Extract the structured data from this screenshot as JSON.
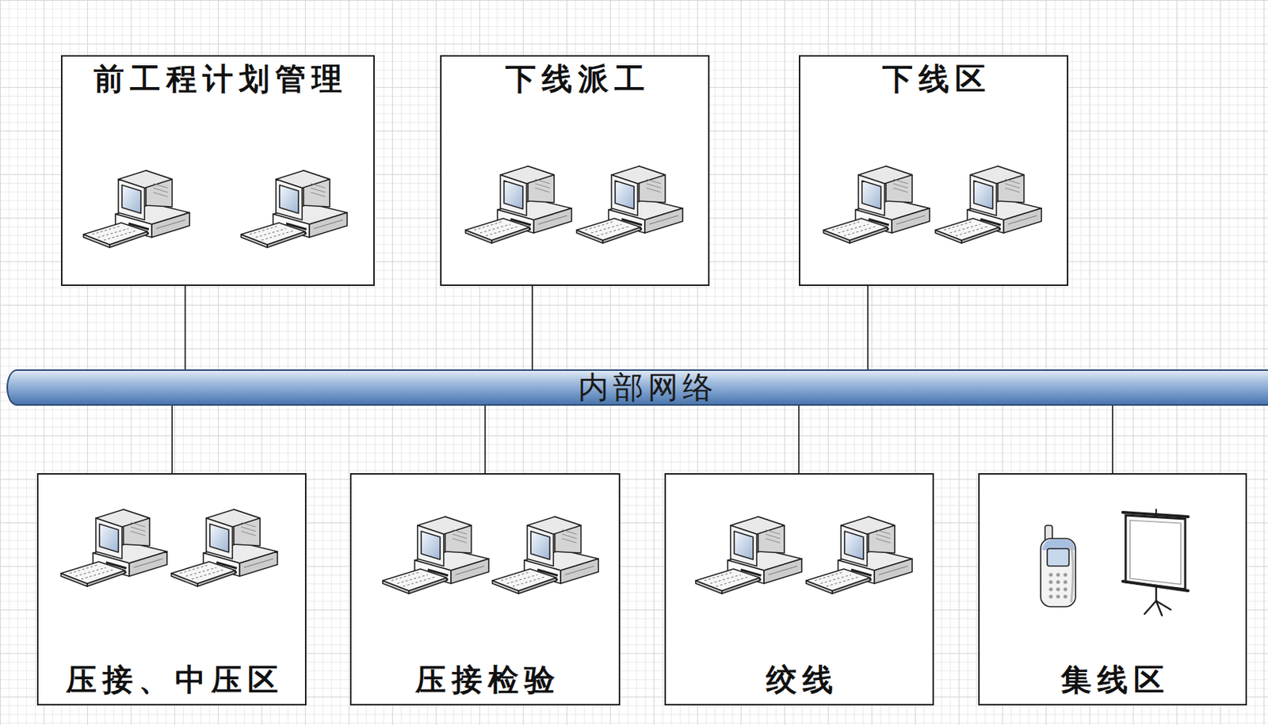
{
  "diagram": {
    "nodes": [
      {
        "text": [
          "前工程计划管理"
        ]
      },
      {
        "text": [
          "下线派工"
        ]
      },
      {
        "text": [
          "下线区"
        ]
      },
      {
        "text": [
          "内部网络"
        ]
      },
      {
        "text": [
          "压接、中压区"
        ]
      },
      {
        "text": [
          "压接检验"
        ]
      },
      {
        "text": [
          "绞线"
        ]
      },
      {
        "text": [
          "集线区"
        ]
      }
    ],
    "edges": [
      {
        "from": 0,
        "to": 3,
        "arrow": "none"
      },
      {
        "from": 1,
        "to": 3,
        "arrow": "none"
      },
      {
        "from": 2,
        "to": 3,
        "arrow": "none"
      },
      {
        "from": 4,
        "to": 3,
        "arrow": "none"
      },
      {
        "from": 5,
        "to": 3,
        "arrow": "none"
      },
      {
        "from": 6,
        "to": 3,
        "arrow": "none"
      },
      {
        "from": 7,
        "to": 3,
        "arrow": "none"
      }
    ]
  }
}
